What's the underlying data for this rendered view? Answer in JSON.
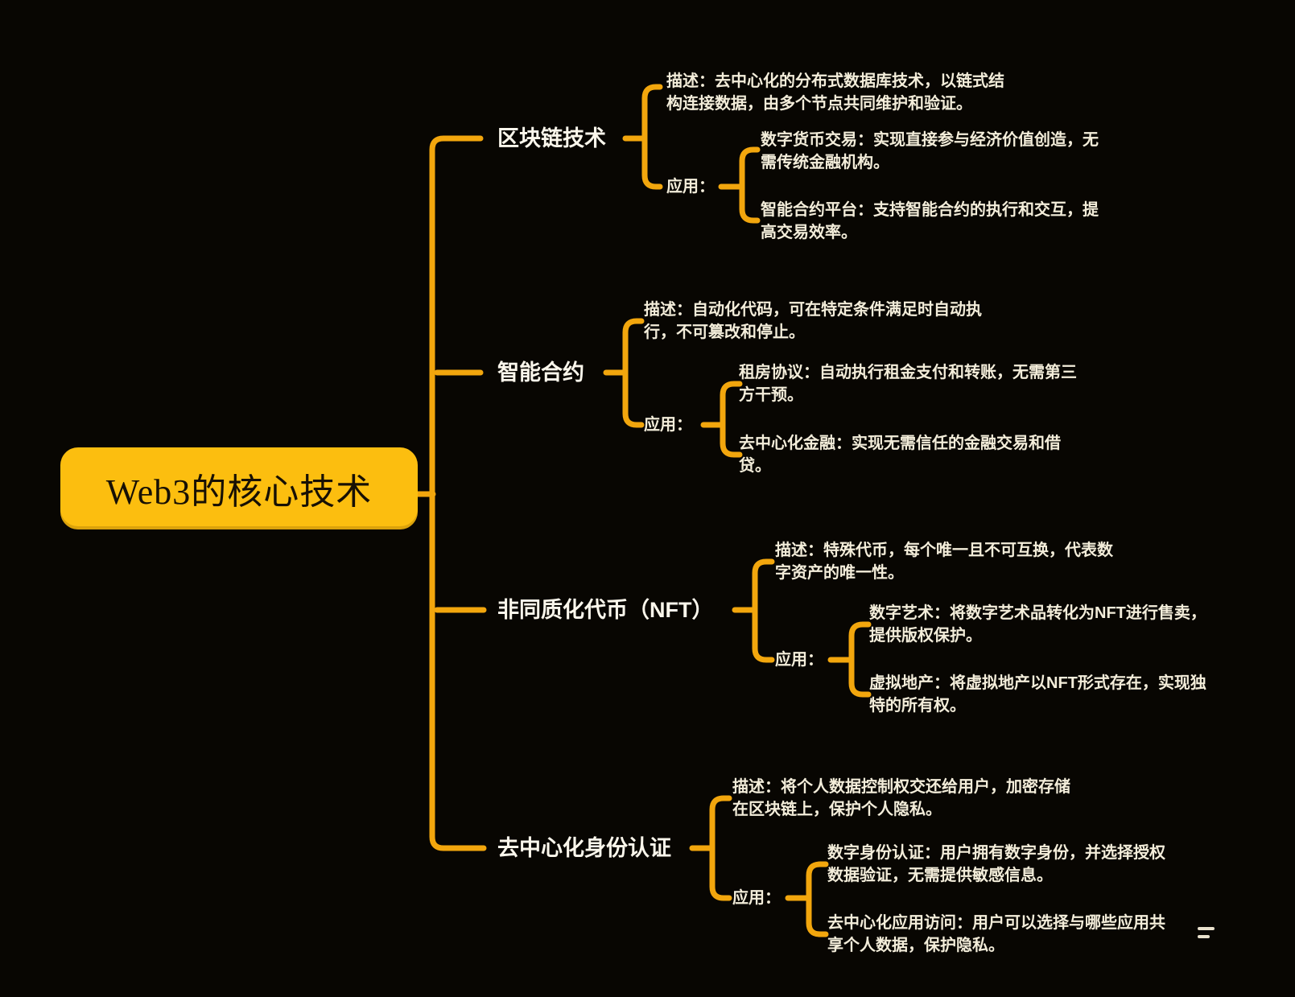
{
  "root": {
    "title": "Web3的核心技术"
  },
  "branches": [
    {
      "label": "区块链技术",
      "description": [
        "描述：去中心化的分布式数据库技术，以链式结",
        "构连接数据，由多个节点共同维护和验证。"
      ],
      "app_label": "应用：",
      "applications": [
        [
          "数字货币交易：实现直接参与经济价值创造，无",
          "需传统金融机构。"
        ],
        [
          "智能合约平台：支持智能合约的执行和交互，提",
          "高交易效率。"
        ]
      ]
    },
    {
      "label": "智能合约",
      "description": [
        "描述：自动化代码，可在特定条件满足时自动执",
        "行，不可篡改和停止。"
      ],
      "app_label": "应用：",
      "applications": [
        [
          "租房协议：自动执行租金支付和转账，无需第三",
          "方干预。"
        ],
        [
          "去中心化金融：实现无需信任的金融交易和借",
          "贷。"
        ]
      ]
    },
    {
      "label": "非同质化代币（NFT）",
      "description": [
        "描述：特殊代币，每个唯一且不可互换，代表数",
        "字资产的唯一性。"
      ],
      "app_label": "应用：",
      "applications": [
        [
          "数字艺术：将数字艺术品转化为NFT进行售卖，",
          "提供版权保护。"
        ],
        [
          "虚拟地产：将虚拟地产以NFT形式存在，实现独",
          "特的所有权。"
        ]
      ]
    },
    {
      "label": "去中心化身份认证",
      "description": [
        "描述：将个人数据控制权交还给用户，加密存储",
        "在区块链上，保护个人隐私。"
      ],
      "app_label": "应用：",
      "applications": [
        [
          "数字身份认证：用户拥有数字身份，并选择授权",
          "数据验证，无需提供敏感信息。"
        ],
        [
          "去中心化应用访问：用户可以选择与哪些应用共",
          "享个人数据，保护隐私。"
        ]
      ]
    }
  ],
  "icons": {
    "corner_icon": "menu-lines-icon"
  },
  "colors": {
    "background": "#080602",
    "connector": "#F2A60D",
    "root_fill": "#FCBE0F",
    "root_text": "#171004",
    "branch_text": "#FBF7EC",
    "body_text": "#F3EDDA"
  }
}
